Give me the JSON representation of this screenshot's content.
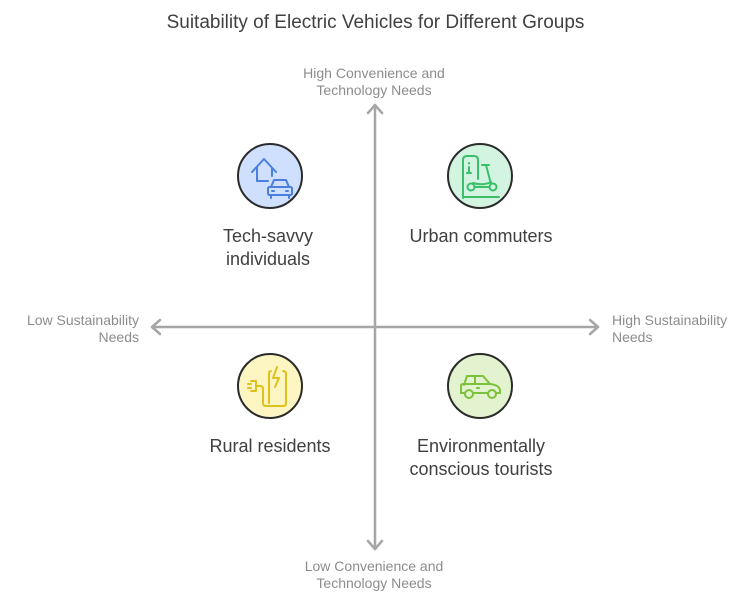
{
  "title": "Suitability of Electric Vehicles for Different Groups",
  "axes": {
    "top": [
      "High Convenience and",
      "Technology Needs"
    ],
    "bottom": [
      "Low Convenience and",
      "Technology Needs"
    ],
    "left": [
      "Low Sustainability",
      "Needs"
    ],
    "right": [
      "High Sustainability",
      "Needs"
    ],
    "line_color": "#a6a6a6"
  },
  "quadrants": [
    {
      "position": "top-left",
      "label_lines": [
        "Tech-savvy",
        "individuals"
      ],
      "icon": "house-car-icon",
      "fill": "#cfe0ff",
      "stroke": "#4a7fe0"
    },
    {
      "position": "top-right",
      "label_lines": [
        "Urban commuters"
      ],
      "icon": "scooter-charging-icon",
      "fill": "#d2f4e0",
      "stroke": "#3cbf6b"
    },
    {
      "position": "bottom-left",
      "label_lines": [
        "Rural residents"
      ],
      "icon": "plug-lightning-icon",
      "fill": "#fdf6c3",
      "stroke": "#e0c11c"
    },
    {
      "position": "bottom-right",
      "label_lines": [
        "Environmentally",
        "conscious tourists"
      ],
      "icon": "car-icon",
      "fill": "#e3f3cf",
      "stroke": "#7cc23a"
    }
  ]
}
